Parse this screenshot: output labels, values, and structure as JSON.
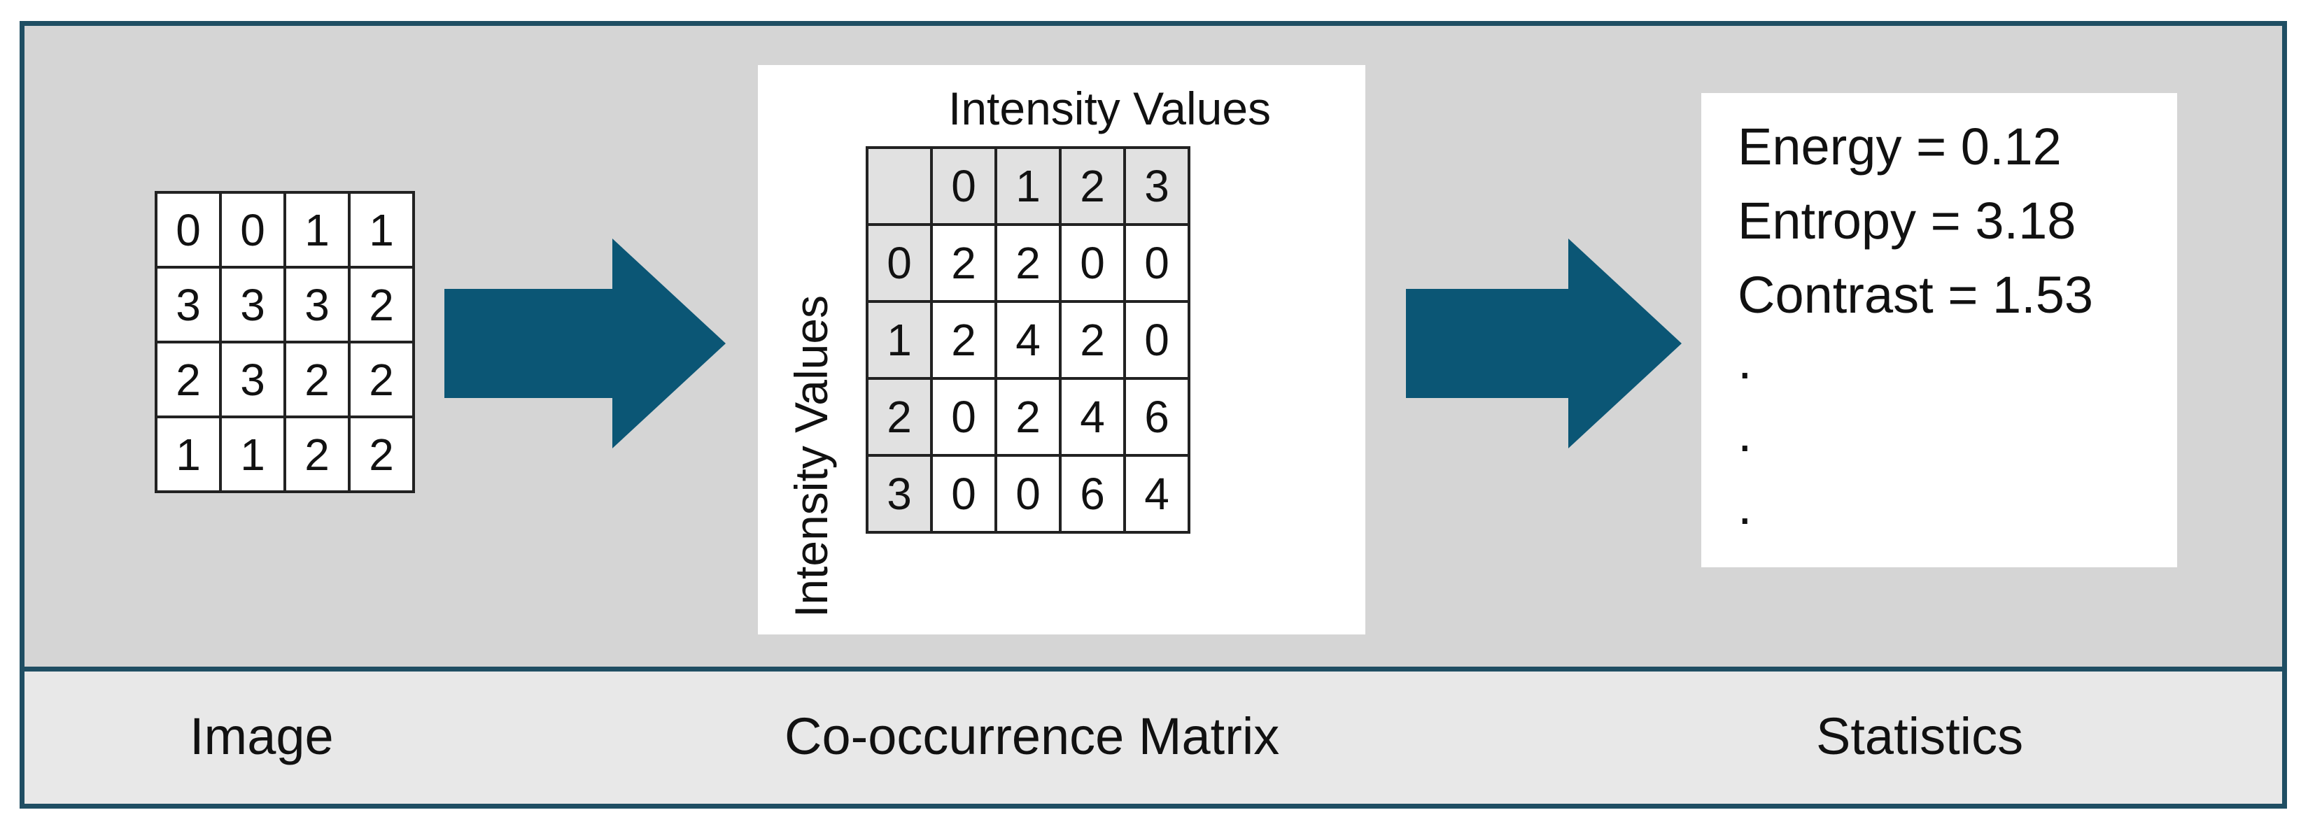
{
  "image_grid": [
    [
      "0",
      "0",
      "1",
      "1"
    ],
    [
      "3",
      "3",
      "3",
      "2"
    ],
    [
      "2",
      "3",
      "2",
      "2"
    ],
    [
      "1",
      "1",
      "2",
      "2"
    ]
  ],
  "matrix": {
    "title_top": "Intensity Values",
    "title_left": "Intensity Values",
    "col_headers": [
      "0",
      "1",
      "2",
      "3"
    ],
    "row_headers": [
      "0",
      "1",
      "2",
      "3"
    ],
    "cells": [
      [
        "2",
        "2",
        "0",
        "0"
      ],
      [
        "2",
        "4",
        "2",
        "0"
      ],
      [
        "0",
        "2",
        "4",
        "6"
      ],
      [
        "0",
        "0",
        "6",
        "4"
      ]
    ]
  },
  "stats": {
    "energy": "Energy = 0.12",
    "entropy": "Entropy = 3.18",
    "contrast": "Contrast = 1.53",
    "dots": [
      ".",
      ".",
      "."
    ]
  },
  "captions": {
    "image": "Image",
    "matrix": "Co-occurrence Matrix",
    "statistics": "Statistics"
  },
  "colors": {
    "arrow": "#0b5675",
    "border": "#1f4e63",
    "panel": "#d5d5d5",
    "caption_band": "#e8e8e8"
  }
}
